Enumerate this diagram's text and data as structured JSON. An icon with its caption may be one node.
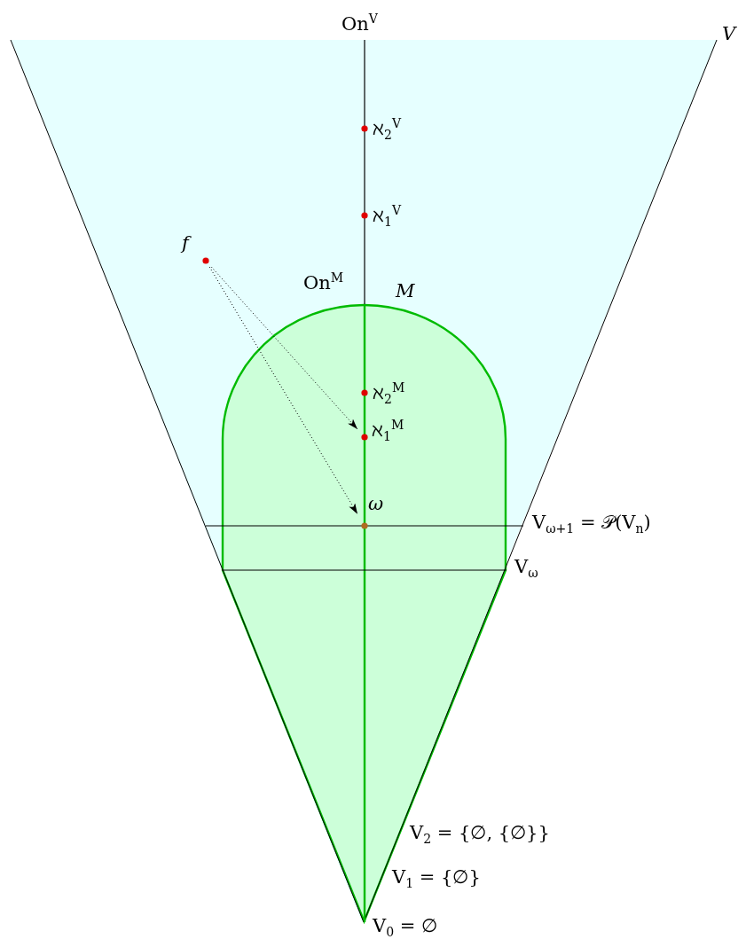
{
  "diagram": {
    "nodes": [
      {
        "text": [
          "V"
        ]
      },
      {
        "text": [
          "M"
        ],
        "in": 0
      },
      {
        "text": [
          "f"
        ],
        "in": 0
      },
      {
        "text": [
          "ℵ$_{1}$$^{M}$"
        ],
        "in": 1
      },
      {
        "text": [
          "ω"
        ],
        "in": 1
      }
    ],
    "edges": [
      {
        "from": 2,
        "to": 3,
        "arrow": "to",
        "style": "dashed"
      },
      {
        "from": 2,
        "to": 4,
        "arrow": "to",
        "style": "dashed"
      }
    ],
    "labels": [
      "On$^{V}$",
      "ℵ$_{2}$$^{V}$",
      "ℵ$_{1}$$^{V}$",
      "On$^{M}$",
      "ℵ$_{2}$$^{M}$",
      "V$_{ω+1}$ = 𝒫(V$_{n}$)",
      "V$_{ω}$",
      "V$_{2}$ = {∅, {∅}}",
      "V$_{1}$ = {∅}",
      "V$_{0}$ = ∅"
    ]
  }
}
